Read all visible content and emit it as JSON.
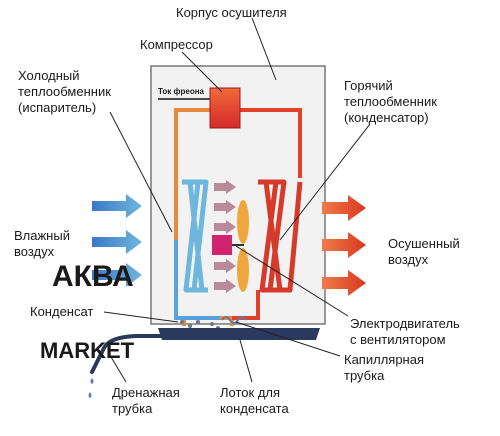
{
  "labels": {
    "housing": "Корпус осушителя",
    "compressor": "Компрессор",
    "freon_flow": "Ток фреона",
    "cold_hx": [
      "Холодный",
      "теплообменник",
      "(испаритель)"
    ],
    "hot_hx": [
      "Горячий",
      "теплообменник",
      "(конденсатор)"
    ],
    "humid_air": [
      "Влажный",
      "воздух"
    ],
    "dry_air": [
      "Осушенный",
      "воздух"
    ],
    "condensate": "Конденсат",
    "motor_fan": [
      "Электродвигатель",
      "с вентилятором"
    ],
    "capillary": [
      "Капиллярная",
      "трубка"
    ],
    "drain": [
      "Дренажная",
      "трубка"
    ],
    "tray": [
      "Лоток для",
      "конденсата"
    ]
  },
  "watermark": {
    "line1": "АКВА",
    "line2": "MARKET"
  },
  "colors": {
    "cold": "#6fb6dc",
    "hot": "#e04a2c",
    "compressor": "#e2412f",
    "motor": "#d1236e",
    "fan": "#f0a63c",
    "tray": "#2a3a5e",
    "housing": "#f2f2f2"
  }
}
